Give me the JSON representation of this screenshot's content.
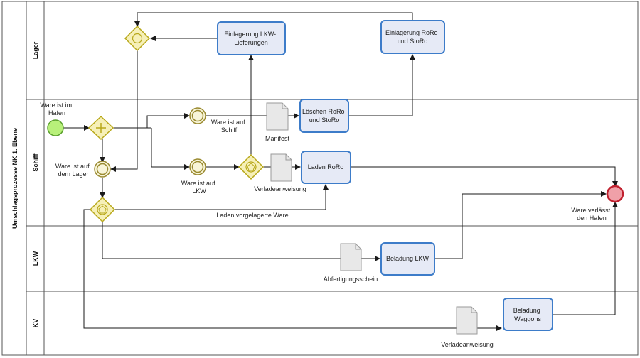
{
  "pool": {
    "label": "Umschlagsprozesse NK 1. Ebene"
  },
  "lanes": [
    {
      "id": "lager",
      "label": "Lager"
    },
    {
      "id": "schiff",
      "label": "Schiff"
    },
    {
      "id": "lkw",
      "label": "LKW"
    },
    {
      "id": "kv",
      "label": "KV"
    }
  ],
  "tasks": {
    "einlagerung_lkw": [
      "Einlagerung LKW-",
      "Lieferungen"
    ],
    "einlagerung_roro": [
      "Einlagerung RoRo",
      "und StoRo"
    ],
    "loeschen_roro": [
      "Löschen RoRo",
      "und StoRo"
    ],
    "laden_roro": [
      "Laden RoRo"
    ],
    "beladung_lkw": [
      "Beladung LKW"
    ],
    "beladung_waggons": [
      "Beladung",
      "Waggons"
    ]
  },
  "events": {
    "start": [
      "Ware ist im",
      "Hafen"
    ],
    "schiff": [
      "Ware ist auf",
      "Schiff"
    ],
    "lkw": [
      "Ware ist auf",
      "LKW"
    ],
    "lager": [
      "Ware ist auf",
      "dem Lager"
    ],
    "end": [
      "Ware verlässt",
      "den Hafen"
    ]
  },
  "documents": {
    "manifest": "Manifest",
    "verlade1": "Verladeanweisung",
    "abfertigung": "Abfertigungsschein",
    "verlade2": "Verladeanweisung"
  },
  "flows": {
    "laden_vorgelagert": "Laden vorgelagerte Ware"
  },
  "colors": {
    "task_fill": "#e6eaf6",
    "task_stroke": "#3d7cc9",
    "gateway_fill": "#f6f0b8",
    "gateway_stroke": "#b8a81a",
    "start_fill": "#b8f07a",
    "start_stroke": "#5aa02c",
    "end_fill": "#f0a0a8",
    "end_stroke": "#c0202e",
    "intermediate_fill": "#f8f5d8",
    "intermediate_stroke": "#9a8a30",
    "doc_fill": "#e8e8e8",
    "doc_stroke": "#9a9a9a"
  }
}
